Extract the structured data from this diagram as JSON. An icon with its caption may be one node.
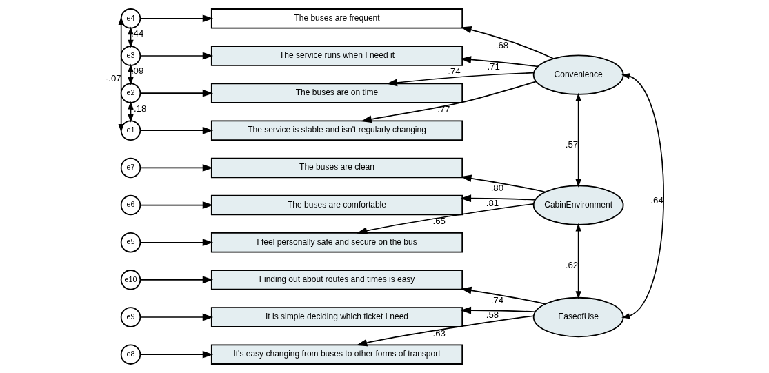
{
  "diagram": {
    "nodes": [
      {
        "text": [
          "e4"
        ]
      },
      {
        "text": [
          "e3"
        ]
      },
      {
        "text": [
          "e2"
        ]
      },
      {
        "text": [
          "e1"
        ]
      },
      {
        "text": [
          "e7"
        ]
      },
      {
        "text": [
          "e6"
        ]
      },
      {
        "text": [
          "e5"
        ]
      },
      {
        "text": [
          "e10"
        ]
      },
      {
        "text": [
          "e9"
        ]
      },
      {
        "text": [
          "e8"
        ]
      },
      {
        "text": [
          "The buses are frequent"
        ]
      },
      {
        "text": [
          "The service runs when I need it"
        ]
      },
      {
        "text": [
          "The buses are on time"
        ]
      },
      {
        "text": [
          "The service is stable and isn't regularly changing"
        ]
      },
      {
        "text": [
          "The buses are clean"
        ]
      },
      {
        "text": [
          "The buses are comfortable"
        ]
      },
      {
        "text": [
          "I feel personally safe and secure on the bus"
        ]
      },
      {
        "text": [
          "Finding out about routes and times is easy"
        ]
      },
      {
        "text": [
          "It is simple deciding which ticket I need"
        ]
      },
      {
        "text": [
          "It's easy changing from buses to other forms of transport"
        ]
      },
      {
        "text": [
          "Convenience"
        ]
      },
      {
        "text": [
          "CabinEnvironment"
        ]
      },
      {
        "text": [
          "EaseofUse"
        ]
      }
    ],
    "edges": [
      {
        "from": 0,
        "to": 10,
        "arrow": "to"
      },
      {
        "from": 1,
        "to": 11,
        "arrow": "to"
      },
      {
        "from": 2,
        "to": 12,
        "arrow": "to"
      },
      {
        "from": 3,
        "to": 13,
        "arrow": "to"
      },
      {
        "from": 4,
        "to": 14,
        "arrow": "to"
      },
      {
        "from": 5,
        "to": 15,
        "arrow": "to"
      },
      {
        "from": 6,
        "to": 16,
        "arrow": "to"
      },
      {
        "from": 7,
        "to": 17,
        "arrow": "to"
      },
      {
        "from": 8,
        "to": 18,
        "arrow": "to"
      },
      {
        "from": 9,
        "to": 19,
        "arrow": "to"
      },
      {
        "from": 20,
        "to": 10,
        "arrow": "to",
        "label": ".68"
      },
      {
        "from": 20,
        "to": 11,
        "arrow": "to",
        "label": ".71"
      },
      {
        "from": 20,
        "to": 12,
        "arrow": "to",
        "label": ".74"
      },
      {
        "from": 20,
        "to": 13,
        "arrow": "to",
        "label": ".77"
      },
      {
        "from": 21,
        "to": 14,
        "arrow": "to",
        "label": ".80"
      },
      {
        "from": 21,
        "to": 15,
        "arrow": "to",
        "label": ".81"
      },
      {
        "from": 21,
        "to": 16,
        "arrow": "to",
        "label": ".65"
      },
      {
        "from": 22,
        "to": 17,
        "arrow": "to",
        "label": ".74"
      },
      {
        "from": 22,
        "to": 18,
        "arrow": "to",
        "label": ".58"
      },
      {
        "from": 22,
        "to": 19,
        "arrow": "to",
        "label": ".63"
      },
      {
        "from": 0,
        "to": 1,
        "arrow": "both",
        "label": ".44"
      },
      {
        "from": 0,
        "to": 3,
        "arrow": "both",
        "label": "-.07"
      },
      {
        "from": 1,
        "to": 2,
        "arrow": "both",
        "label": ".09"
      },
      {
        "from": 2,
        "to": 3,
        "arrow": "both",
        "label": "-.18"
      },
      {
        "from": 20,
        "to": 21,
        "arrow": "both",
        "label": ".57"
      },
      {
        "from": 20,
        "to": 22,
        "arrow": "both",
        "label": ".64"
      },
      {
        "from": 21,
        "to": 22,
        "arrow": "both",
        "label": ".62"
      }
    ]
  }
}
